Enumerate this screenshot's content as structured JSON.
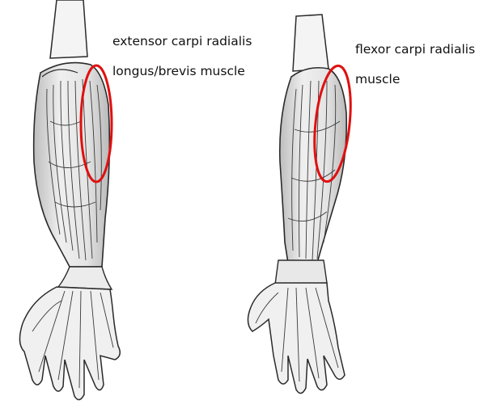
{
  "labels": {
    "extensor_line1": "extensor carpi radialis",
    "extensor_line2": "longus/brevis muscle",
    "flexor_line1": "flexor carpi radialis",
    "flexor_line2": "muscle"
  },
  "colors": {
    "highlight": "#e01010",
    "ink": "#2a2a2a",
    "shade": "#cfcfcf"
  }
}
